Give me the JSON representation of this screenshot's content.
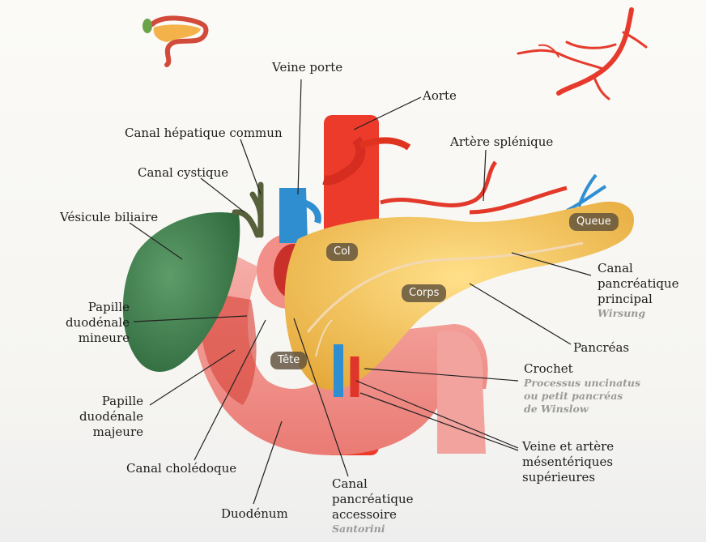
{
  "labels": {
    "veine_porte": "Veine porte",
    "aorte": "Aorte",
    "canal_hepatique": "Canal hépatique commun",
    "canal_cystique": "Canal cystique",
    "artere_splenique": "Artère splénique",
    "vesicule": "Vésicule biliaire",
    "papille_mineure": [
      "Papille",
      "duodénale",
      "mineure"
    ],
    "papille_majeure": [
      "Papille",
      "duodénale",
      "majeure"
    ],
    "canal_choledoque": "Canal cholédoque",
    "duodenum": "Duodénum",
    "canal_accessoire": [
      "Canal",
      "pancréatique",
      "accessoire"
    ],
    "canal_accessoire_sub": "Santorini",
    "canal_principal": [
      "Canal",
      "pancréatique",
      "principal"
    ],
    "canal_principal_sub": "Wirsung",
    "pancreas": "Pancréas",
    "crochet": "Crochet",
    "crochet_sub": [
      "Processus uncinatus",
      "ou petit pancréas",
      "de Winslow"
    ],
    "veine_artere": [
      "Veine et artère",
      "mésentériques",
      "supérieures"
    ]
  },
  "tags": {
    "col": "Col",
    "corps": "Corps",
    "tete": "Tête",
    "queue": "Queue"
  },
  "colors": {
    "pancreas": "#f2c24e",
    "duodenum": "#f08f8a",
    "aorta": "#ef3b2c",
    "vein": "#2e8ed0",
    "gallbladder": "#3f7d4e",
    "duct": "#5b5b3a"
  }
}
